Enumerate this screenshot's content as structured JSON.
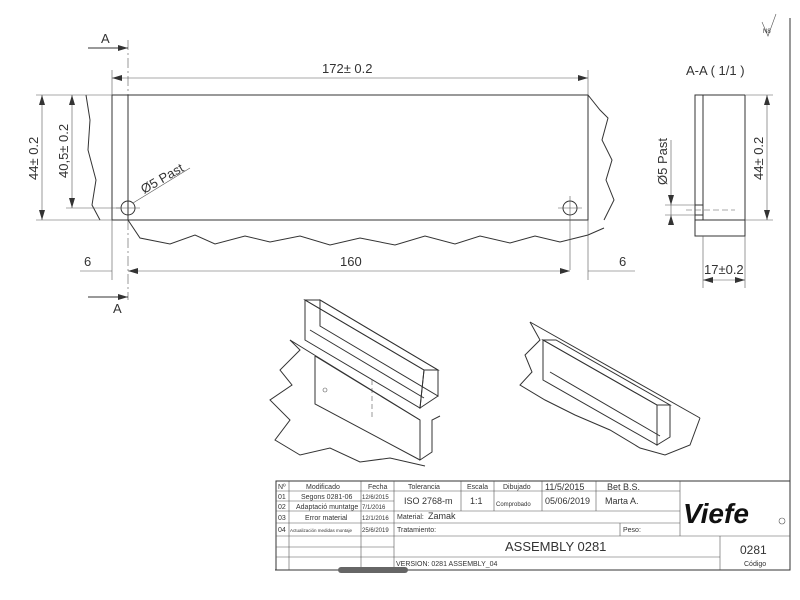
{
  "drawing": {
    "section_marker": "A",
    "section_view_title": "A-A  ( 1/1 )",
    "finish_symbol": "N8",
    "dim_length": "172± 0.2",
    "dim_height": "44± 0.2",
    "dim_hole_height": "40,5± 0.2",
    "dim_hole": "Ø5 Past",
    "dim_edge_left": "6",
    "dim_spacing": "160",
    "dim_edge_right": "6",
    "dim_section_height": "44± 0.2",
    "dim_section_hole": "Ø5 Past",
    "dim_section_width": "17±0.2"
  },
  "title_block": {
    "headers": {
      "no": "Nº",
      "modified": "Modificado",
      "date": "Fecha",
      "tolerance": "Tolerancia",
      "scale": "Escala",
      "drawn": "Dibujado",
      "checked": "Comprobado"
    },
    "revisions": [
      {
        "no": "01",
        "modified": "Segons 0281-06",
        "date": "12/6/2015"
      },
      {
        "no": "02",
        "modified": "Adaptació muntatge",
        "date": "7/1/2016"
      },
      {
        "no": "03",
        "modified": "Error material",
        "date": "12/1/2016"
      },
      {
        "no": "04",
        "modified": "Actualización medidas montaje",
        "date": "25/6/2019"
      }
    ],
    "tolerance": "ISO 2768-m",
    "scale": "1:1",
    "drawn_date": "11/5/2015",
    "drawn_by": "Bet B.S.",
    "checked_date": "05/06/2019",
    "checked_by": "Marta A.",
    "material_label": "Material:",
    "material": "Zamak",
    "treatment_label": "Tratamiento:",
    "weight_label": "Peso:",
    "title": "ASSEMBLY 0281",
    "version": "VERSION: 0281 ASSEMBLY_04",
    "code": "0281",
    "code_label": "Código",
    "logo": "Viefe"
  }
}
